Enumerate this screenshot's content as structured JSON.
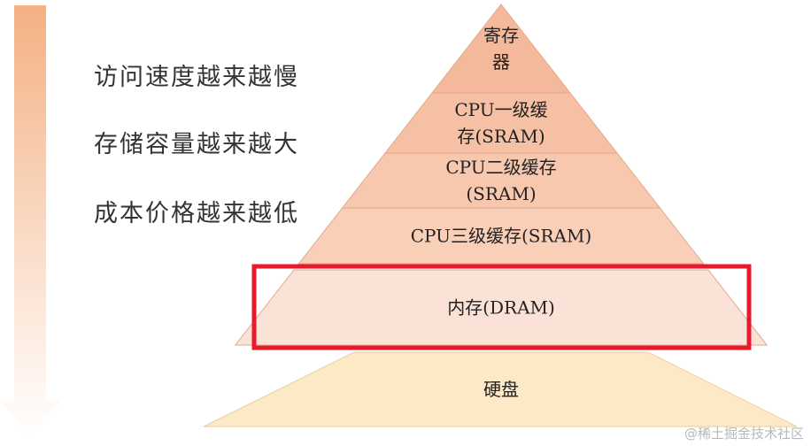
{
  "arrow": {
    "color_top": "#f4b183",
    "color_bottom": "#ffffff"
  },
  "side_labels": [
    "访问速度越来越慢",
    "存储容量越来越大",
    "成本价格越来越低"
  ],
  "pyramid": {
    "layers": [
      {
        "lines": [
          "寄存",
          "器"
        ],
        "color": "#f4b89a"
      },
      {
        "lines": [
          "CPU一级缓",
          "存(SRAM)"
        ],
        "color": "#f6c0a4"
      },
      {
        "lines": [
          "CPU二级缓存",
          "(SRAM)"
        ],
        "color": "#f7c8ae"
      },
      {
        "lines": [
          "CPU三级缓存(SRAM)"
        ],
        "color": "#f9cfb8"
      },
      {
        "lines": [
          "内存(DRAM)"
        ],
        "color": "#fbe2d6"
      },
      {
        "lines": [
          "硬盘"
        ],
        "color": "#fde9c6"
      }
    ],
    "highlight_color": "#e8192c",
    "highlight_layer": 4
  },
  "watermark": "@稀土掘金技术社区"
}
